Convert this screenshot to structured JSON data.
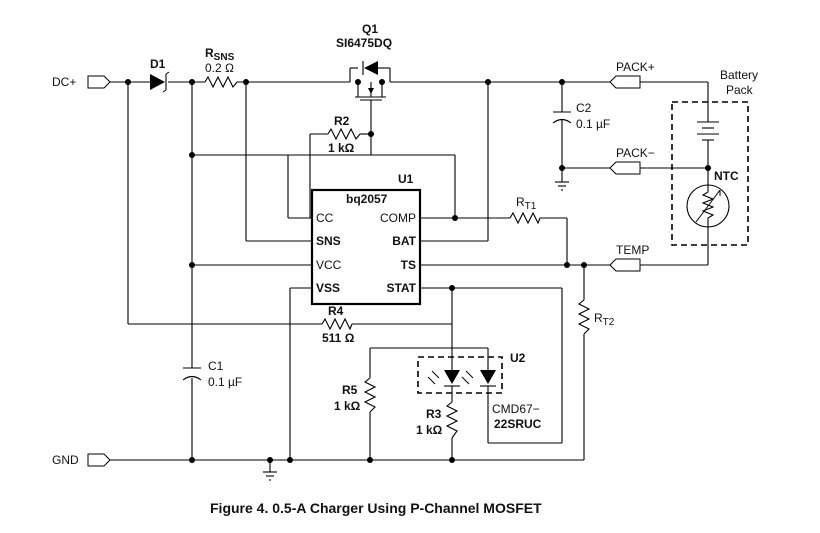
{
  "caption": "Figure 4. 0.5-A Charger Using P-Channel MOSFET",
  "ports": {
    "dc_in": "DC+",
    "gnd": "GND",
    "pack_plus": "PACK+",
    "pack_minus": "PACK−",
    "temp": "TEMP"
  },
  "battery_pack": {
    "line1": "Battery",
    "line2": "Pack",
    "ntc": "NTC"
  },
  "components": {
    "q1_ref": "Q1",
    "q1_part": "SI6475DQ",
    "d1_ref": "D1",
    "rsns_ref_main": "R",
    "rsns_ref_sub": "SNS",
    "rsns_val": "0.2 Ω",
    "r2_ref": "R2",
    "r2_val": "1 kΩ",
    "c2_ref": "C2",
    "c2_val": "0.1 µF",
    "rt1_main": "R",
    "rt1_sub": "T1",
    "rt2_main": "R",
    "rt2_sub": "T2",
    "r4_ref": "R4",
    "r4_val": "511 Ω",
    "c1_ref": "C1",
    "c1_val": "0.1 µF",
    "r5_ref": "R5",
    "r5_val": "1 kΩ",
    "r3_ref": "R3",
    "r3_val": "1 kΩ",
    "u2_ref": "U2",
    "u2_part_line1": "CMD67−",
    "u2_part_line2": "22SRUC"
  },
  "ic": {
    "ref": "U1",
    "part": "bq2057",
    "pins": {
      "cc": "CC",
      "sns": "SNS",
      "vcc": "VCC",
      "vss": "VSS",
      "comp": "COMP",
      "bat": "BAT",
      "ts": "TS",
      "stat": "STAT"
    }
  }
}
